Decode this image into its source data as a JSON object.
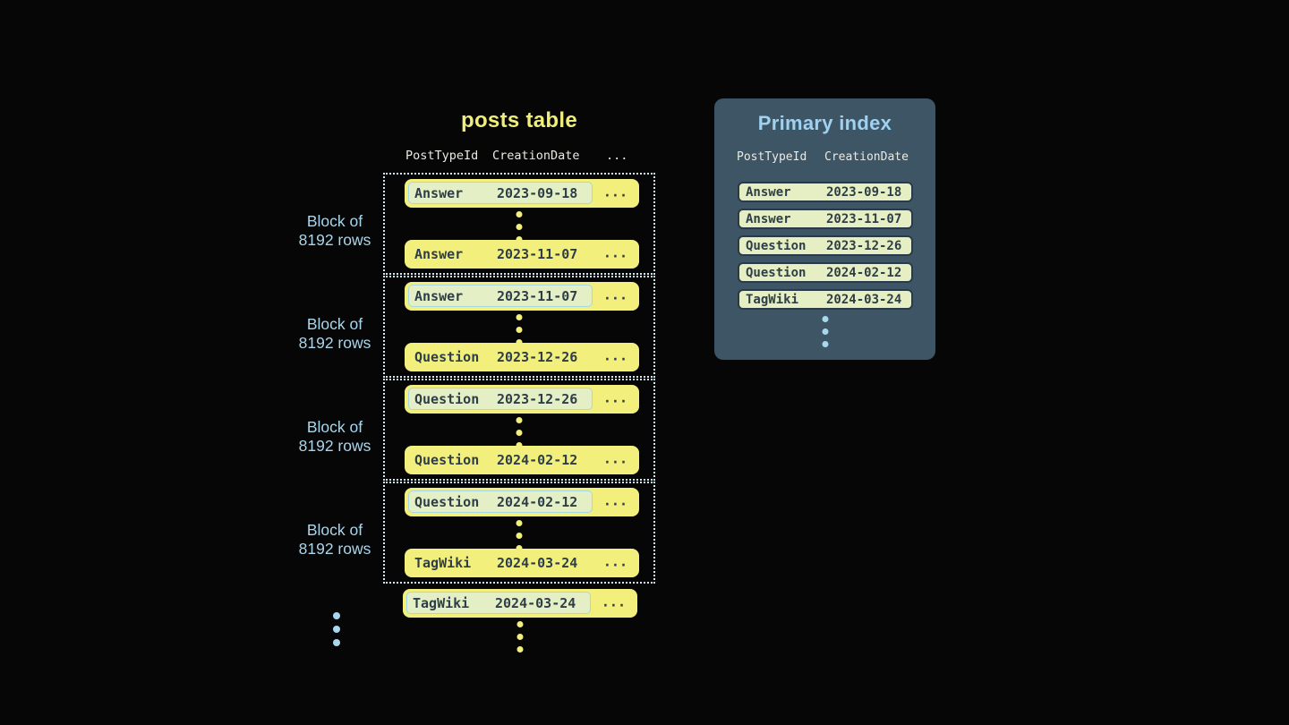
{
  "palette": {
    "background": "#060607",
    "row_yellow": "#f3ef7d",
    "dark_text": "#2e3e48",
    "highlight_bg": "#e4efc5",
    "highlight_border": "#a5d7e8",
    "block_dotted_border": "#d3e7f0",
    "label_blue": "#a9d6ec",
    "panel_bg": "#3d5565",
    "panel_title_blue": "#9fd2f0",
    "index_row_bg": "#e6efc3",
    "header_text": "#e9ebe1"
  },
  "posts_table": {
    "title": "posts table",
    "headers": [
      "PostTypeId",
      "CreationDate",
      "..."
    ],
    "blocks": [
      {
        "label_line1": "Block of",
        "label_line2": "8192 rows",
        "first_row": {
          "type": "Answer",
          "date": "2023-09-18",
          "more": "..."
        },
        "last_row": {
          "type": "Answer",
          "date": "2023-11-07",
          "more": "..."
        }
      },
      {
        "label_line1": "Block of",
        "label_line2": "8192 rows",
        "first_row": {
          "type": "Answer",
          "date": "2023-11-07",
          "more": "..."
        },
        "last_row": {
          "type": "Question",
          "date": "2023-12-26",
          "more": "..."
        }
      },
      {
        "label_line1": "Block of",
        "label_line2": "8192 rows",
        "first_row": {
          "type": "Question",
          "date": "2023-12-26",
          "more": "..."
        },
        "last_row": {
          "type": "Question",
          "date": "2024-02-12",
          "more": "..."
        }
      },
      {
        "label_line1": "Block of",
        "label_line2": "8192 rows",
        "first_row": {
          "type": "Question",
          "date": "2024-02-12",
          "more": "..."
        },
        "last_row": {
          "type": "TagWiki",
          "date": "2024-03-24",
          "more": "..."
        }
      }
    ],
    "trailing_row": {
      "type": "TagWiki",
      "date": "2024-03-24",
      "more": "..."
    }
  },
  "primary_index": {
    "title": "Primary index",
    "headers": [
      "PostTypeId",
      "CreationDate"
    ],
    "rows": [
      {
        "type": "Answer",
        "date": "2023-09-18"
      },
      {
        "type": "Answer",
        "date": "2023-11-07"
      },
      {
        "type": "Question",
        "date": "2023-12-26"
      },
      {
        "type": "Question",
        "date": "2024-02-12"
      },
      {
        "type": "TagWiki",
        "date": "2024-03-24"
      }
    ]
  }
}
